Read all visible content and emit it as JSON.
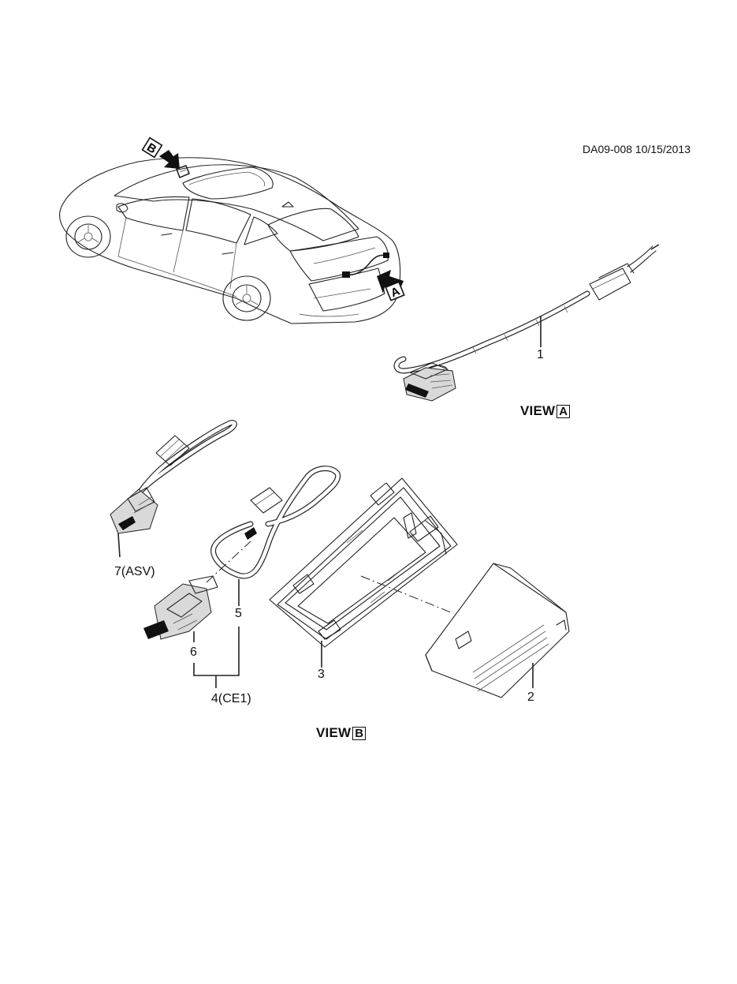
{
  "document_id": "DA09-008 10/15/2013",
  "callouts": {
    "part_1": "1",
    "part_2": "2",
    "part_3": "3",
    "part_4": "4(CE1)",
    "part_5": "5",
    "part_6": "6",
    "part_7": "7(ASV)"
  },
  "views": {
    "view_a_word": "VIEW",
    "view_a_letter": "A",
    "view_b_word": "VIEW",
    "view_b_letter": "B"
  },
  "arrow_tags": {
    "a": "A",
    "b": "B"
  }
}
